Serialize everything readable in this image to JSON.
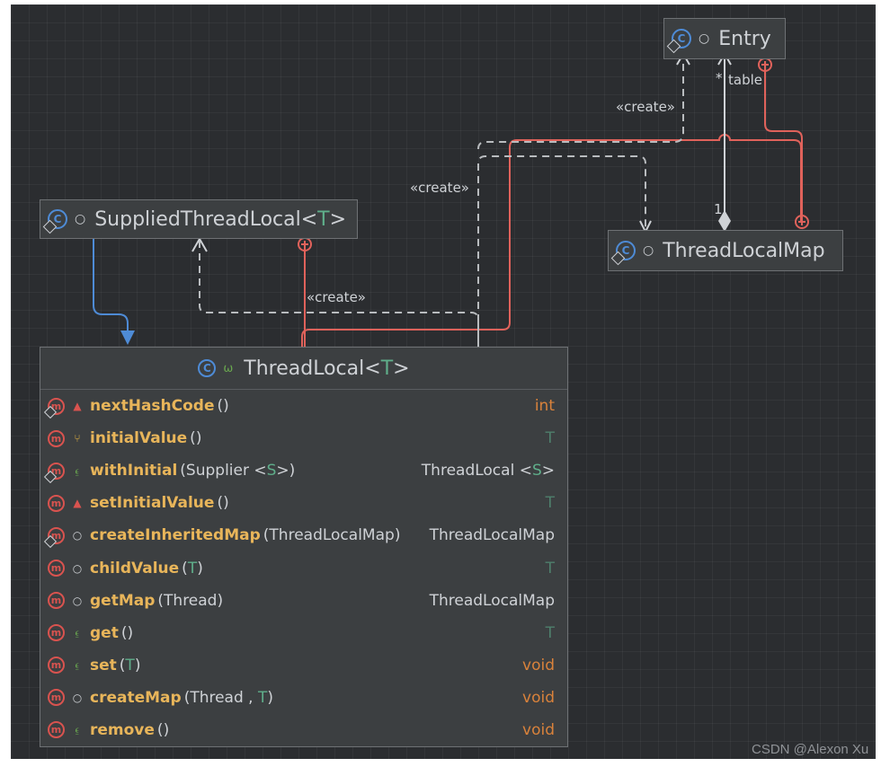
{
  "nodes": {
    "entry": {
      "name": "Entry"
    },
    "supplied": {
      "name": "SuppliedThreadLocal",
      "type_param": "T"
    },
    "map": {
      "name": "ThreadLocalMap"
    },
    "threadlocal": {
      "name": "ThreadLocal",
      "type_param": "T"
    }
  },
  "edge_labels": {
    "create_entry": "«create»",
    "create_map": "«create»",
    "create_supplied": "«create»",
    "table_role": "table",
    "table_multiplicity": "*",
    "composition_multiplicity": "1"
  },
  "methods": [
    {
      "name": "nextHashCode",
      "params": [],
      "ret": "int",
      "ret_kind": "prim",
      "vis": "private",
      "static": true
    },
    {
      "name": "initialValue",
      "params": [],
      "ret": "T",
      "ret_kind": "typevar",
      "vis": "protected",
      "static": false
    },
    {
      "name": "withInitial",
      "params": [
        "Supplier <",
        "S",
        ">"
      ],
      "ret": [
        "ThreadLocal <",
        "S",
        ">"
      ],
      "ret_kind": "class",
      "vis": "public",
      "static": true
    },
    {
      "name": "setInitialValue",
      "params": [],
      "ret": "T",
      "ret_kind": "typevar",
      "vis": "private",
      "static": false
    },
    {
      "name": "createInheritedMap",
      "params": [
        "ThreadLocalMap"
      ],
      "ret": "ThreadLocalMap",
      "ret_kind": "class",
      "vis": "package",
      "static": true
    },
    {
      "name": "childValue",
      "params": [
        "",
        "T",
        ""
      ],
      "ret": "T",
      "ret_kind": "typevar",
      "vis": "package",
      "static": false
    },
    {
      "name": "getMap",
      "params": [
        "Thread"
      ],
      "ret": "ThreadLocalMap",
      "ret_kind": "class",
      "vis": "package",
      "static": false
    },
    {
      "name": "get",
      "params": [],
      "ret": "T",
      "ret_kind": "typevar",
      "vis": "public",
      "static": false
    },
    {
      "name": "set",
      "params": [
        "",
        "T",
        ""
      ],
      "ret": "void",
      "ret_kind": "prim",
      "vis": "public",
      "static": false
    },
    {
      "name": "createMap",
      "params": [
        "Thread , ",
        "T",
        ""
      ],
      "ret": "void",
      "ret_kind": "prim",
      "vis": "package",
      "static": false
    },
    {
      "name": "remove",
      "params": [],
      "ret": "void",
      "ret_kind": "prim",
      "vis": "public",
      "static": false
    }
  ],
  "icons": {
    "class_icon": "C",
    "method_icon": "m",
    "colors": {
      "interface_blue": "#4e8bd6",
      "method_red": "#d9534f",
      "inner_link": "#e0625b",
      "dependency": "#cfd2d6",
      "inheritance": "#4e8bd6"
    }
  },
  "watermark": "CSDN @Alexon Xu"
}
